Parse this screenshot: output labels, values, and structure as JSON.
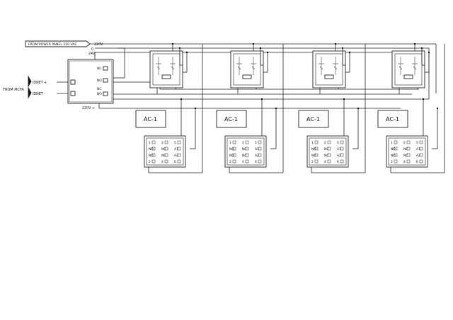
{
  "header": {
    "source_label": "FROM POWER PANEL 220 VAC",
    "rail_220v": "220V",
    "rail_0": "0",
    "rail_24v": "24V",
    "rail_220v_plus": "220V +"
  },
  "input": {
    "side_label": "FROM MCFA",
    "idnet_plus": "IDNET +",
    "idnet_minus": "IDNET -",
    "module_terminals": [
      "NC",
      "NO",
      "NC",
      "NO"
    ]
  },
  "zones": [
    {
      "label": "AC-1",
      "term_top": [
        "1",
        "2",
        "5"
      ],
      "term_mid": [
        "NO",
        "NC",
        "A1"
      ],
      "term_mid2": [
        "NO",
        "NC",
        "A2"
      ],
      "term_bot": [
        "2",
        "4",
        "6"
      ]
    },
    {
      "label": "AC-1",
      "term_top": [
        "1",
        "2",
        "5"
      ],
      "term_mid": [
        "NO",
        "NC",
        "A1"
      ],
      "term_mid2": [
        "NO",
        "NC",
        "A2"
      ],
      "term_bot": [
        "2",
        "4",
        "6"
      ]
    },
    {
      "label": "AC-1",
      "term_top": [
        "1",
        "2",
        "5"
      ],
      "term_mid": [
        "NO",
        "NC",
        "A1"
      ],
      "term_mid2": [
        "NO",
        "NC",
        "A2"
      ],
      "term_bot": [
        "2",
        "4",
        "6"
      ]
    },
    {
      "label": "AC-1",
      "term_top": [
        "1",
        "2",
        "5"
      ],
      "term_mid": [
        "NO",
        "NC",
        "A1"
      ],
      "term_mid2": [
        "NO",
        "NC",
        "A2"
      ],
      "term_bot": [
        "2",
        "4",
        "6"
      ]
    }
  ]
}
